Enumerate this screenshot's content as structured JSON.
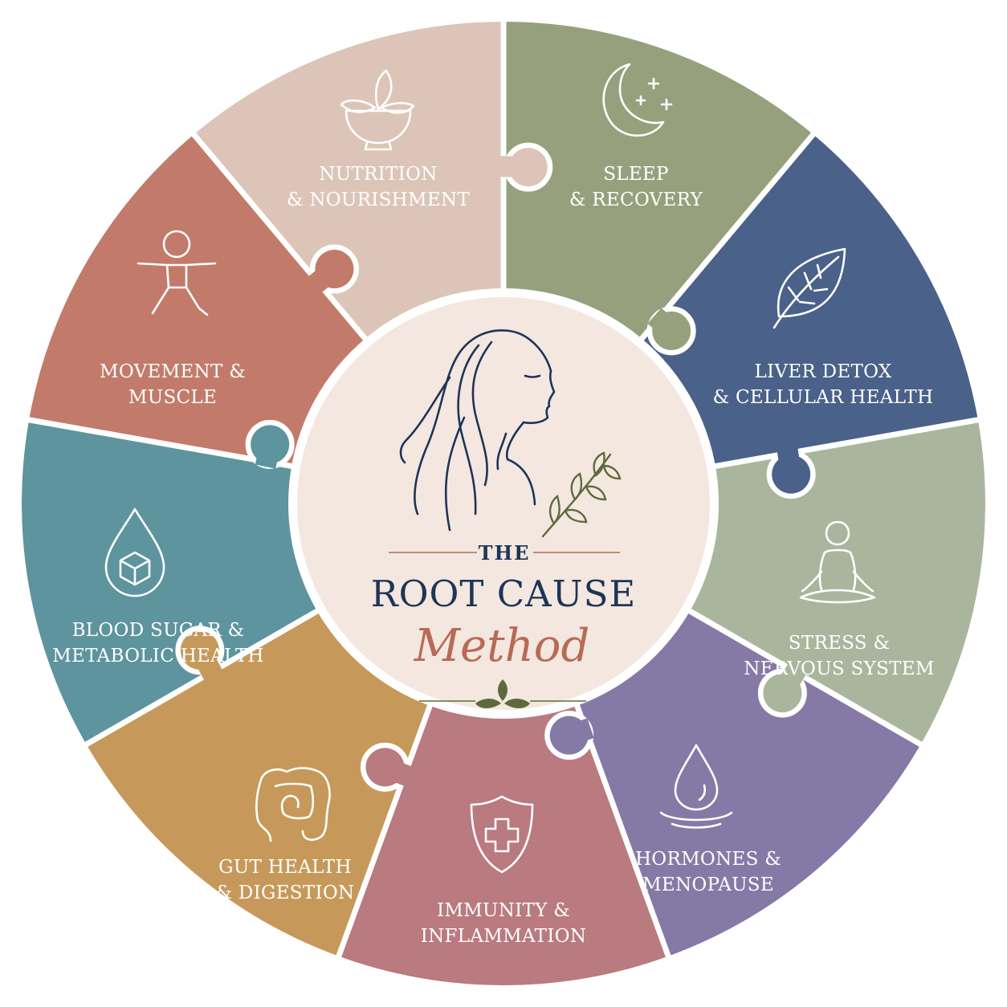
{
  "center": {
    "title_top": "THE",
    "title_main": "ROOT CAUSE",
    "title_script": "Method"
  },
  "colors": {
    "navy": "#1d3557",
    "terracotta": "#b86a55",
    "leaf": "#5d6b3c",
    "center_fill": "#f4e7e0",
    "gap": "#ffffff"
  },
  "segments": [
    {
      "id": "nutrition",
      "line1": "NUTRITION",
      "line2": "& NOURISHMENT",
      "icon": "bowl-leaves-icon",
      "color": "#97a07c"
    },
    {
      "id": "sleep",
      "line1": "SLEEP",
      "line2": "& RECOVERY",
      "icon": "moon-stars-icon",
      "color": "#4a6189"
    },
    {
      "id": "liver",
      "line1": "LIVER DETOX",
      "line2": "& CELLULAR HEALTH",
      "icon": "leaf-icon",
      "color": "#a9b69d"
    },
    {
      "id": "stress",
      "line1": "STRESS &",
      "line2": "NERVOUS SYSTEM",
      "icon": "meditation-icon",
      "color": "#857aa6"
    },
    {
      "id": "hormones",
      "line1": "HORMONES &",
      "line2": "MENOPAUSE",
      "icon": "water-drop-icon",
      "color": "#b97a80"
    },
    {
      "id": "immunity",
      "line1": "IMMUNITY &",
      "line2": "INFLAMMATION",
      "icon": "shield-cross-icon",
      "color": "#c6995b"
    },
    {
      "id": "gut",
      "line1": "GUT HEALTH",
      "line2": "& DIGESTION",
      "icon": "intestine-icon",
      "color": "#5e949e"
    },
    {
      "id": "blood",
      "line1": "BLOOD SUGAR &",
      "line2": "METABOLIC HEALTH",
      "icon": "drop-cube-icon",
      "color": "#c27b6a"
    },
    {
      "id": "movement",
      "line1": "MOVEMENT &",
      "line2": "MUSCLE",
      "icon": "stretching-person-icon",
      "color": "#dcc5b8"
    }
  ]
}
